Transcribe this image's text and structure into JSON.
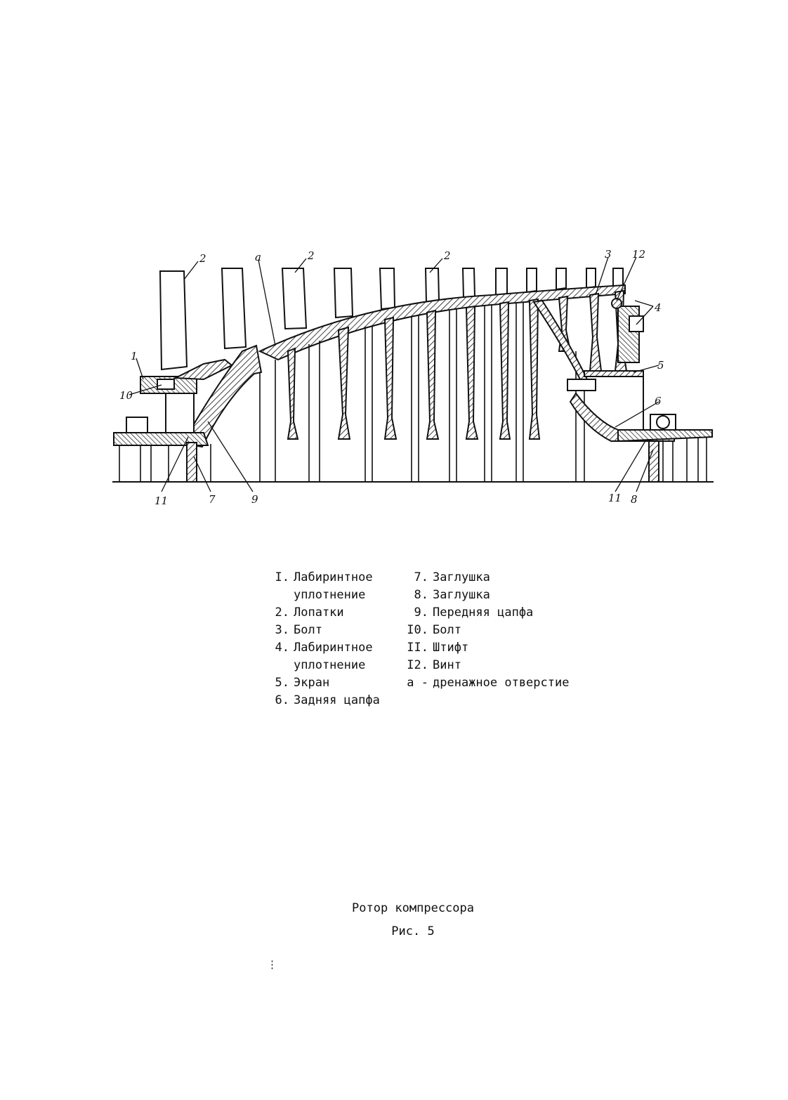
{
  "figure": {
    "callouts": {
      "c1": "1",
      "c2a": "2",
      "c2b": "2",
      "c2c": "2",
      "c3": "3",
      "c4": "4",
      "c5": "5",
      "c6": "6",
      "c7": "7",
      "c8": "8",
      "c9": "9",
      "c10": "10",
      "c11a": "11",
      "c11b": "11",
      "c12": "12",
      "ca": "a"
    }
  },
  "legend": {
    "left": [
      {
        "num": "I.",
        "text": "Лабиринтное",
        "cont": "уплотнение"
      },
      {
        "num": "2.",
        "text": "Лопатки"
      },
      {
        "num": "3.",
        "text": "Болт"
      },
      {
        "num": "4.",
        "text": "Лабиринтное",
        "cont": "уплотнение"
      },
      {
        "num": "5.",
        "text": "Экран"
      },
      {
        "num": "6.",
        "text": "Задняя цапфа"
      }
    ],
    "right": [
      {
        "num": "7.",
        "text": "Заглушка"
      },
      {
        "num": "8.",
        "text": "Заглушка"
      },
      {
        "num": "9.",
        "text": "Передняя цапфа"
      },
      {
        "num": "I0.",
        "text": "Болт"
      },
      {
        "num": "II.",
        "text": "Штифт"
      },
      {
        "num": "I2.",
        "text": "Винт"
      },
      {
        "num": "а -",
        "text": "дренажное отверстие"
      }
    ]
  },
  "caption": {
    "title": "Ротор компрессора",
    "figure": "Рис. 5"
  },
  "page_mark": "⋮"
}
